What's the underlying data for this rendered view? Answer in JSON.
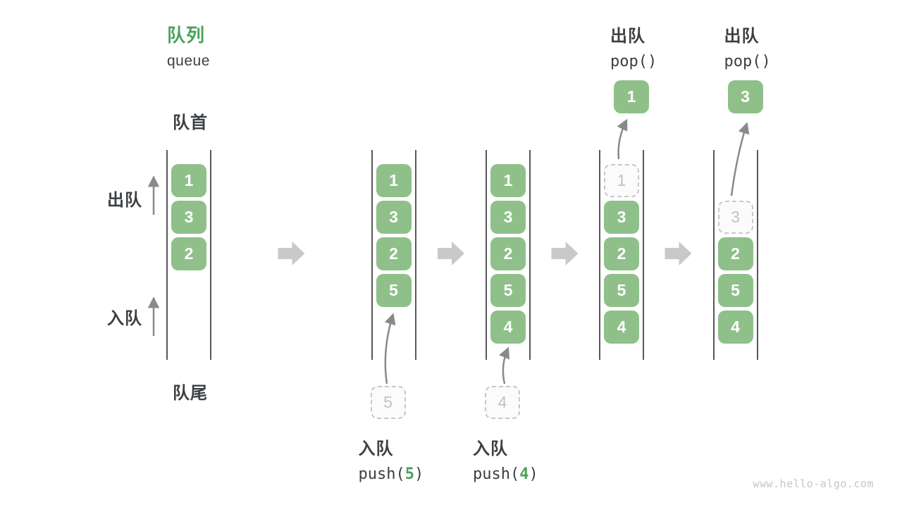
{
  "title": {
    "zh": "队列",
    "en": "queue"
  },
  "labels": {
    "front": "队首",
    "rear": "队尾",
    "dequeue": "出队",
    "enqueue": "入队"
  },
  "watermark": "www.hello-algo.com",
  "colors": {
    "box_green": "#8FC08A",
    "accent_green": "#4AA25A",
    "dark_text": "#3C4043",
    "fat_arrow": "#C9C9C9",
    "thin_arrow": "#8A8A8A",
    "dashed_border": "#C8C8C8",
    "dashed_text": "#C2C2C2",
    "queue_line": "#585858",
    "watermark_gray": "#C6C6C6"
  },
  "stages": [
    {
      "id": "initial",
      "boxes": [
        {
          "value": "1",
          "slot": 0,
          "style": "solid"
        },
        {
          "value": "3",
          "slot": 1,
          "style": "solid"
        },
        {
          "value": "2",
          "slot": 2,
          "style": "solid"
        }
      ]
    },
    {
      "id": "push-5",
      "boxes": [
        {
          "value": "1",
          "slot": 0,
          "style": "solid"
        },
        {
          "value": "3",
          "slot": 1,
          "style": "solid"
        },
        {
          "value": "2",
          "slot": 2,
          "style": "solid"
        },
        {
          "value": "5",
          "slot": 3,
          "style": "solid"
        }
      ],
      "pending": {
        "value": "5"
      },
      "op": {
        "side": "bottom",
        "zh": "入队",
        "code_pre": "push(",
        "arg": "5",
        "code_post": ")"
      }
    },
    {
      "id": "push-4",
      "boxes": [
        {
          "value": "1",
          "slot": 0,
          "style": "solid"
        },
        {
          "value": "3",
          "slot": 1,
          "style": "solid"
        },
        {
          "value": "2",
          "slot": 2,
          "style": "solid"
        },
        {
          "value": "5",
          "slot": 3,
          "style": "solid"
        },
        {
          "value": "4",
          "slot": 4,
          "style": "solid"
        }
      ],
      "pending": {
        "value": "4"
      },
      "op": {
        "side": "bottom",
        "zh": "入队",
        "code_pre": "push(",
        "arg": "4",
        "code_post": ")"
      }
    },
    {
      "id": "pop-1",
      "boxes": [
        {
          "value": "1",
          "slot": 0,
          "style": "dashed"
        },
        {
          "value": "3",
          "slot": 1,
          "style": "solid"
        },
        {
          "value": "2",
          "slot": 2,
          "style": "solid"
        },
        {
          "value": "5",
          "slot": 3,
          "style": "solid"
        },
        {
          "value": "4",
          "slot": 4,
          "style": "solid"
        }
      ],
      "popped": {
        "value": "1"
      },
      "op": {
        "side": "top",
        "zh": "出队",
        "code_pre": "pop()",
        "arg": "",
        "code_post": ""
      }
    },
    {
      "id": "pop-3",
      "boxes": [
        {
          "value": "3",
          "slot": 1,
          "style": "dashed"
        },
        {
          "value": "2",
          "slot": 2,
          "style": "solid"
        },
        {
          "value": "5",
          "slot": 3,
          "style": "solid"
        },
        {
          "value": "4",
          "slot": 4,
          "style": "solid"
        }
      ],
      "popped": {
        "value": "3"
      },
      "op": {
        "side": "top",
        "zh": "出队",
        "code_pre": "pop()",
        "arg": "",
        "code_post": ""
      }
    }
  ]
}
